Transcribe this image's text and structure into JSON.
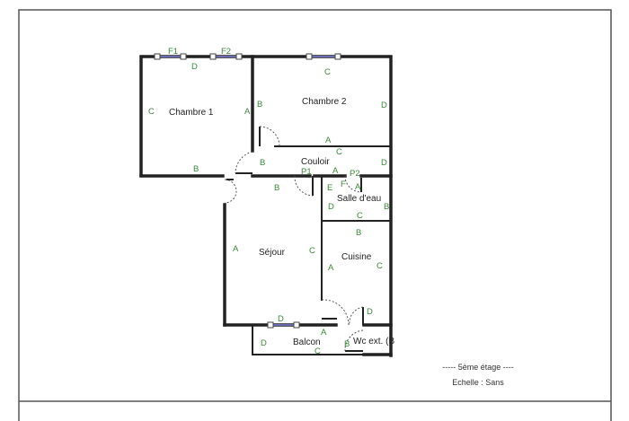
{
  "plan": {
    "rooms": {
      "chambre1": "Chambre 1",
      "chambre2": "Chambre 2",
      "couloir": "Couloir",
      "salle_deau": "Salle d'eau",
      "sejour": "Séjour",
      "cuisine": "Cuisine",
      "balcon": "Balcon",
      "wc": "Wc ext. (B"
    },
    "openings": {
      "f1": "F1",
      "f2": "F2",
      "p1": "P1",
      "p2": "P2"
    },
    "wall_labels": {
      "a": "A",
      "b": "B",
      "c": "C",
      "d": "D",
      "e": "E",
      "f": "F"
    }
  },
  "legend": {
    "floor": "-----  5ème étage  ----",
    "scale": "Echelle : Sans"
  }
}
